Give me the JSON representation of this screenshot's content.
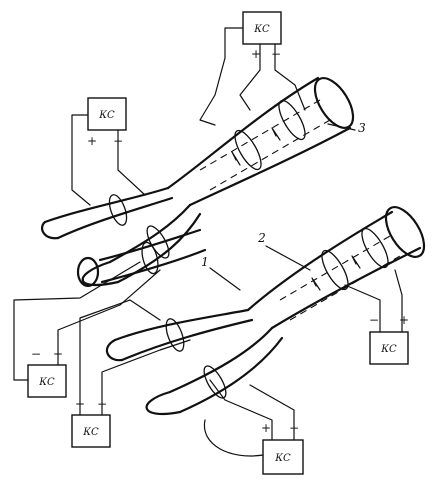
{
  "station_label": "КС",
  "signs": {
    "plus": "+",
    "minus": "−"
  },
  "callouts": {
    "one": "1",
    "two": "2",
    "three": "3"
  }
}
